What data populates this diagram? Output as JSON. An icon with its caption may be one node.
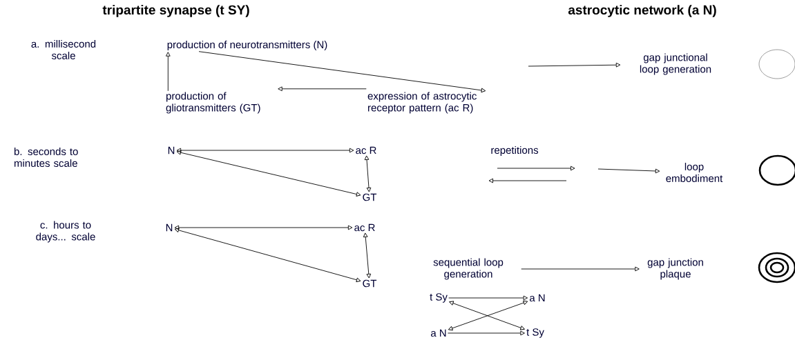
{
  "diagram": {
    "nodes": [
      {
        "text": [
          "production of neurotransmitters (N)"
        ]
      },
      {
        "text": [
          "production of gliotransmitters (GT)"
        ]
      },
      {
        "text": [
          "expression of astrocytic receptor pattern (ac R)"
        ]
      },
      {
        "text": [
          "gap junctional loop generation"
        ]
      },
      {
        "text": [],
        "shape": "circle"
      },
      {
        "text": [
          "N"
        ]
      },
      {
        "text": [
          "ac R"
        ]
      },
      {
        "text": [
          "GT"
        ]
      },
      {
        "text": [
          "loop embodiment"
        ]
      },
      {
        "text": [],
        "shape": "circle"
      },
      {
        "text": [
          "N"
        ]
      },
      {
        "text": [
          "ac R"
        ]
      },
      {
        "text": [
          "GT"
        ]
      },
      {
        "text": [
          "sequential loop generation"
        ]
      },
      {
        "text": [
          "gap junction plaque"
        ]
      },
      {
        "text": [],
        "shape": "circle"
      },
      {
        "text": [
          "t Sy"
        ]
      },
      {
        "text": [
          "a N"
        ]
      },
      {
        "text": [
          "a N"
        ]
      },
      {
        "text": [
          "t Sy"
        ]
      }
    ],
    "edges": [
      {
        "from": 0,
        "to": 2,
        "arrow": "to"
      },
      {
        "from": 2,
        "to": 1,
        "arrow": "to"
      },
      {
        "from": 1,
        "to": 0,
        "arrow": "to"
      },
      {
        "from": null,
        "to": 3,
        "arrow": "to"
      },
      {
        "from": 5,
        "to": 6,
        "arrow": "both"
      },
      {
        "from": 5,
        "to": 7,
        "arrow": "both"
      },
      {
        "from": 6,
        "to": 7,
        "arrow": "both"
      },
      {
        "from": null,
        "to": 8,
        "arrow": "to"
      },
      {
        "from": 10,
        "to": 11,
        "arrow": "both"
      },
      {
        "from": 10,
        "to": 12,
        "arrow": "both"
      },
      {
        "from": 11,
        "to": 12,
        "arrow": "both"
      },
      {
        "from": 13,
        "to": 14,
        "arrow": "to"
      },
      {
        "from": 16,
        "to": 17,
        "arrow": "to"
      },
      {
        "from": 18,
        "to": 19,
        "arrow": "to"
      },
      {
        "from": 16,
        "to": 19,
        "arrow": "both"
      },
      {
        "from": 17,
        "to": 18,
        "arrow": "both"
      }
    ],
    "labels": [
      "tripartite synapse (t SY)",
      "astrocytic network (a N)",
      "a. millisecond scale",
      "b. seconds to minutes scale",
      "c. hours to days... scale",
      "repetitions"
    ]
  }
}
